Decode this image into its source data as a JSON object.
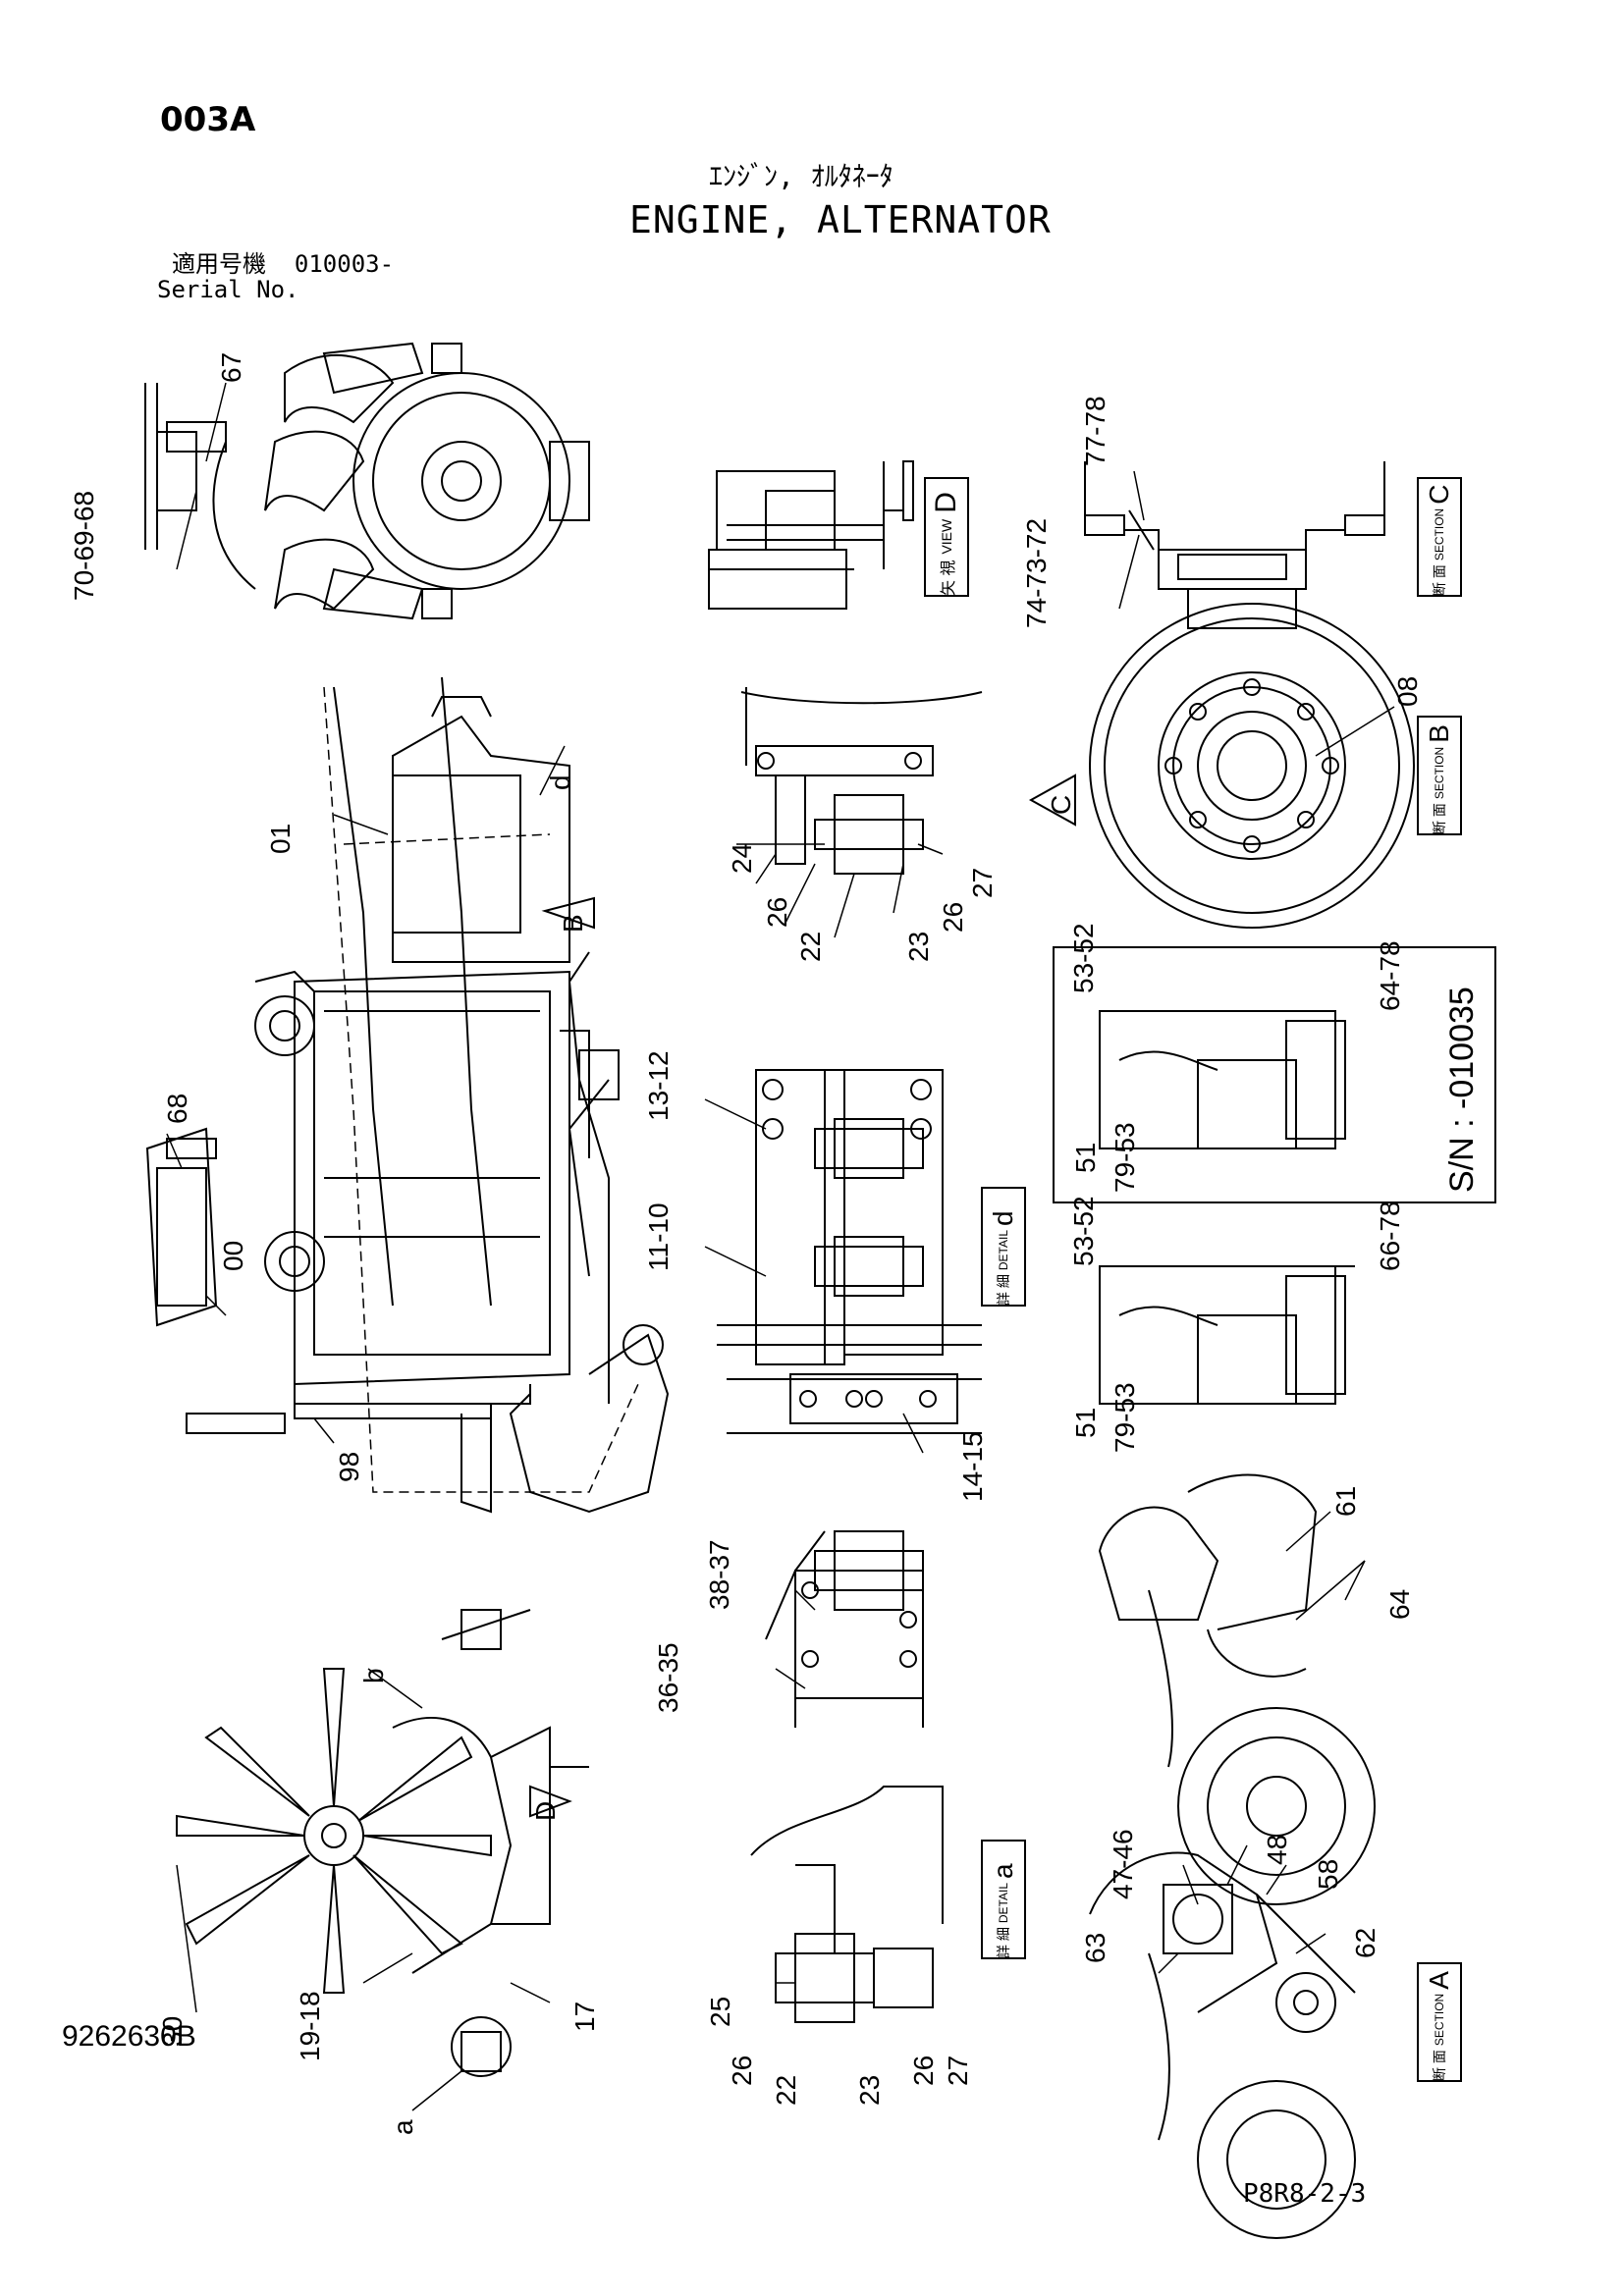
{
  "header": {
    "code": "003A",
    "title_jp": "ｴﾝｼﾞﾝ, ｵﾙﾀﾈｰﾀ",
    "title_en": "ENGINE, ALTERNATOR",
    "serial_label_jp": "適用号機",
    "serial_value": "010003-",
    "serial_label_en": "Serial No."
  },
  "footer": {
    "doc_number": "9262630B",
    "page_ref": "P8R8-2-3"
  },
  "views": {
    "view_d": {
      "kanji": "矢 視",
      "word": "VIEW",
      "letter": "D"
    },
    "section_c": {
      "kanji": "断 面",
      "word": "SECTION",
      "letter": "C"
    },
    "section_b": {
      "kanji": "断 面",
      "word": "SECTION",
      "letter": "B"
    },
    "section_a": {
      "kanji": "断 面",
      "word": "SECTION",
      "letter": "A"
    },
    "detail_d": {
      "kanji": "詳 細",
      "word": "DETAIL",
      "letter": "d"
    },
    "detail_a": {
      "kanji": "詳 細",
      "word": "DETAIL",
      "letter": "a"
    },
    "serial_box": "S/N : -010035"
  },
  "callouts": {
    "c67": "67",
    "c70_69_68": "70-69-68",
    "c77_78": "77-78",
    "c74_73_72": "74-73-72",
    "c08": "08",
    "c01": "01",
    "cd_top": "d",
    "cB": "B",
    "cC": "C",
    "c24": "24",
    "c26a": "26",
    "c22a": "22",
    "c23a": "23",
    "c26b": "26",
    "c27a": "27",
    "c53_52a": "53-52",
    "c64_78": "64-78",
    "c51a": "51",
    "c79_53a": "79-53",
    "c68": "68",
    "c00": "00",
    "c13_12": "13-12",
    "c11_10": "11-10",
    "c14_15": "14-15",
    "c53_52b": "53-52",
    "c66_78": "66-78",
    "c51b": "51",
    "c79_53b": "79-53",
    "c98": "98",
    "c38_37": "38-37",
    "c36_35": "36-35",
    "c61": "61",
    "c64": "64",
    "cb": "b",
    "cD": "D",
    "c30": "30",
    "c19_18": "19-18",
    "c17": "17",
    "ca": "a",
    "c25": "25",
    "c26c": "26",
    "c22b": "22",
    "c23b": "23",
    "c26d": "26",
    "c27b": "27",
    "c47_46": "47-46",
    "c48": "48",
    "c58": "58",
    "c63": "63",
    "c62": "62"
  }
}
